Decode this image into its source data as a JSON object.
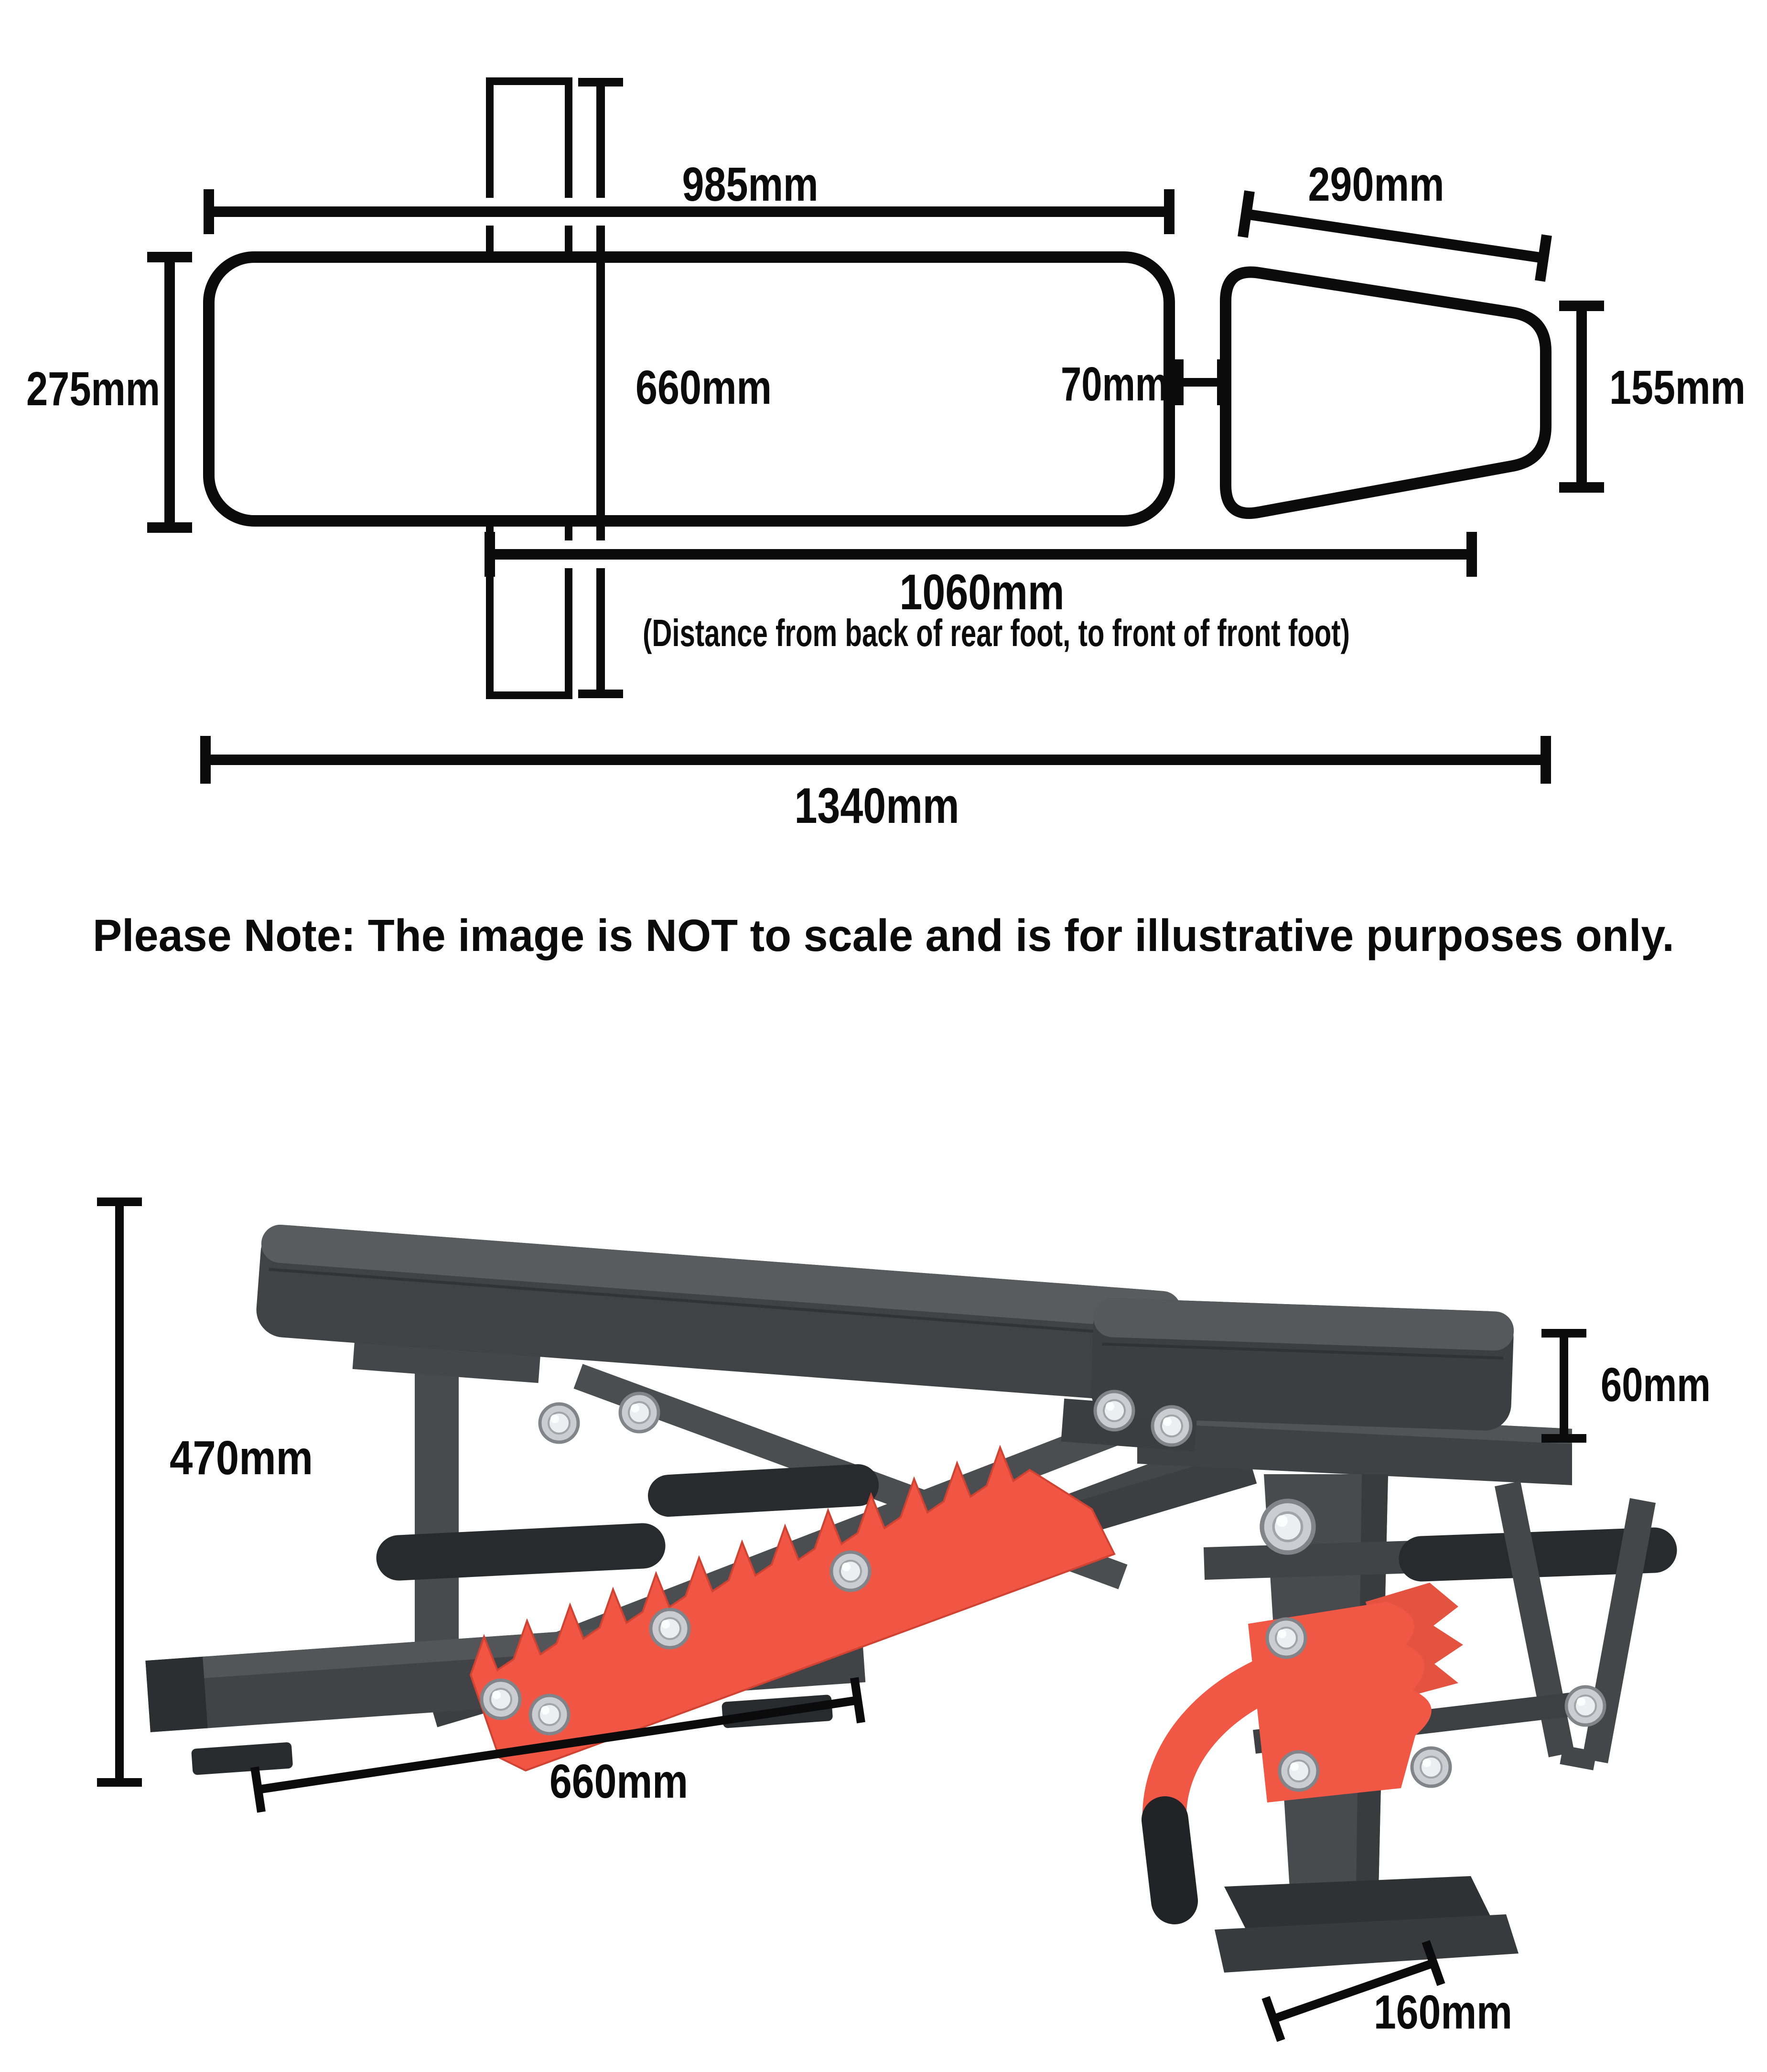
{
  "top_view": {
    "labels": {
      "width_top": "985mm",
      "seat_width": "290mm",
      "pad_width": "275mm",
      "rear_foot_length": "660mm",
      "pad_gap": "70mm",
      "seat_pad_width": "155mm",
      "foot_distance": "1060mm",
      "foot_distance_note": "(Distance from back of rear foot, to front of front foot)",
      "overall_length": "1340mm"
    }
  },
  "note": "Please Note: The image is NOT to scale and is for illustrative purposes only.",
  "side_view": {
    "labels": {
      "height": "470mm",
      "seat_thickness": "60mm",
      "base_length": "660mm",
      "foot_width": "160mm"
    }
  },
  "colors": {
    "diagram_line": "#0b0b0b",
    "accent_red": "#f0523f",
    "frame_gray": "#45474b",
    "pad_gray": "#3b3c40",
    "foam_black": "#232428",
    "bolt_silver": "#cdd0d5"
  }
}
